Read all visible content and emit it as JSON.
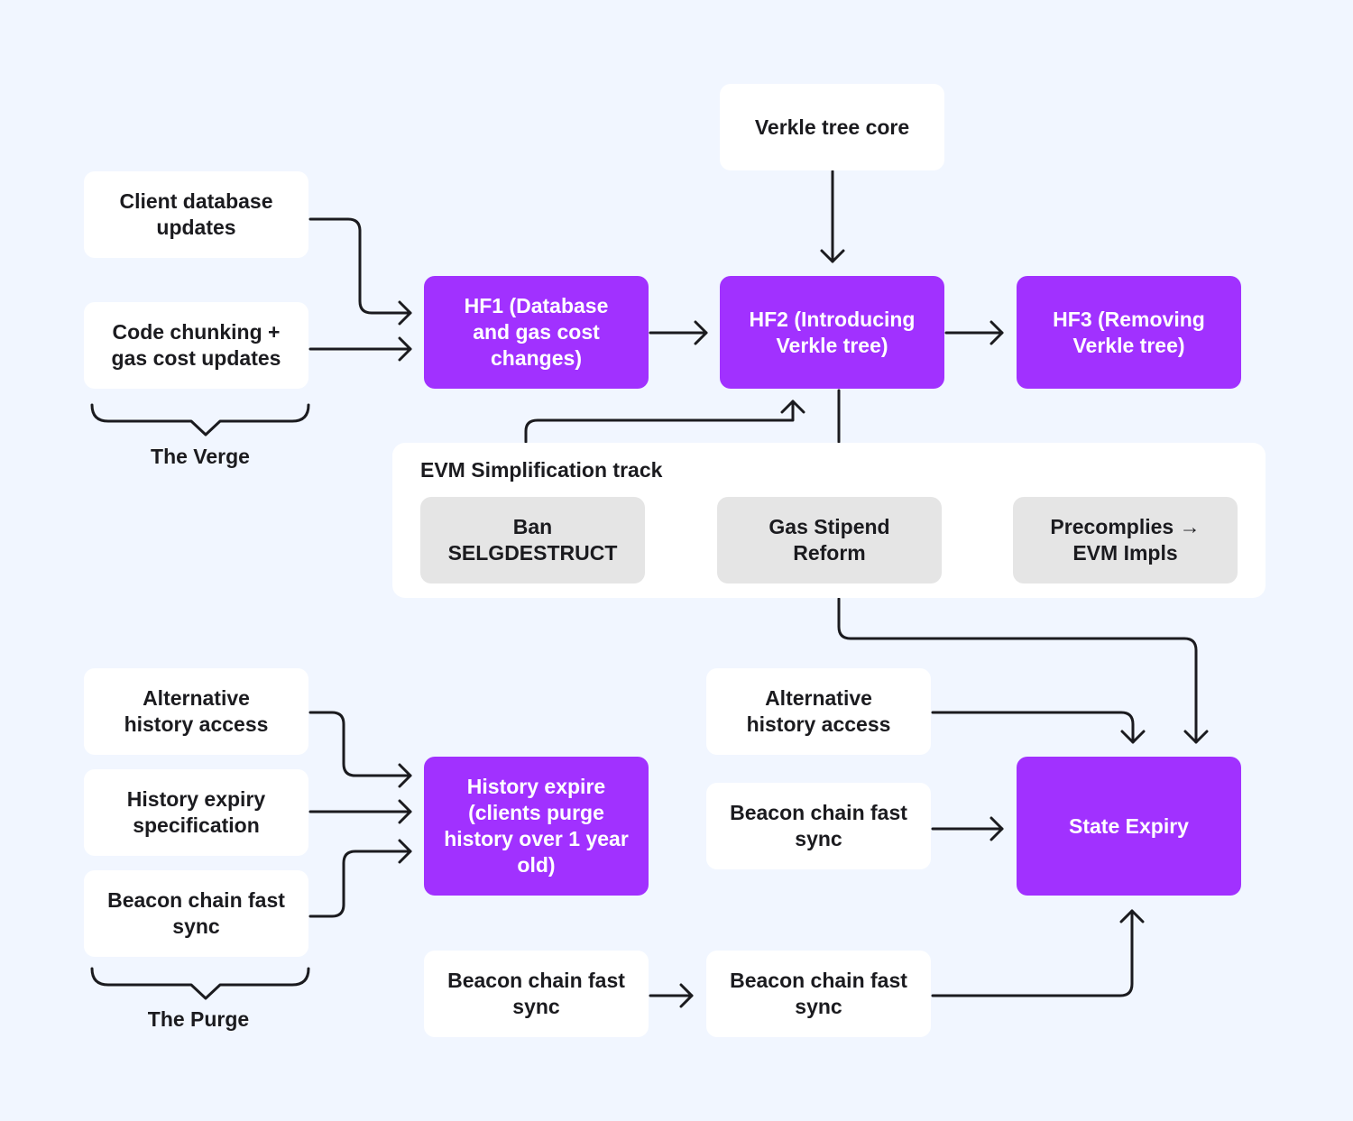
{
  "verge": {
    "client_db": "Client database updates",
    "code_chunking": "Code chunking + gas cost updates",
    "group_label": "The Verge",
    "verkle_core": "Verkle tree core",
    "hf1": "HF1 (Database and gas cost changes)",
    "hf2": "HF2 (Introducing Verkle tree)",
    "hf3": "HF3 (Removing Verkle tree)"
  },
  "evm": {
    "title": "EVM Simplification track",
    "items": [
      "Ban SELGDESTRUCT",
      "Gas Stipend Reform",
      "Precomplies → EVM Impls"
    ]
  },
  "purge": {
    "alt_history_left": "Alternative history access",
    "history_spec": "History expiry specification",
    "beacon_left": "Beacon chain fast sync",
    "group_label": "The Purge",
    "history_expire": "History expire (clients purge history over 1 year old)",
    "alt_history_right": "Alternative history access",
    "beacon_mid": "Beacon chain fast sync",
    "beacon_bottom_left": "Beacon chain fast sync",
    "beacon_bottom_right": "Beacon chain fast sync",
    "state_expiry": "State Expiry"
  },
  "colors": {
    "background": "#f1f6ff",
    "milestone": "#a131ff",
    "track_item": "#e5e5e5",
    "card": "#ffffff",
    "line": "#1b1b1f"
  }
}
